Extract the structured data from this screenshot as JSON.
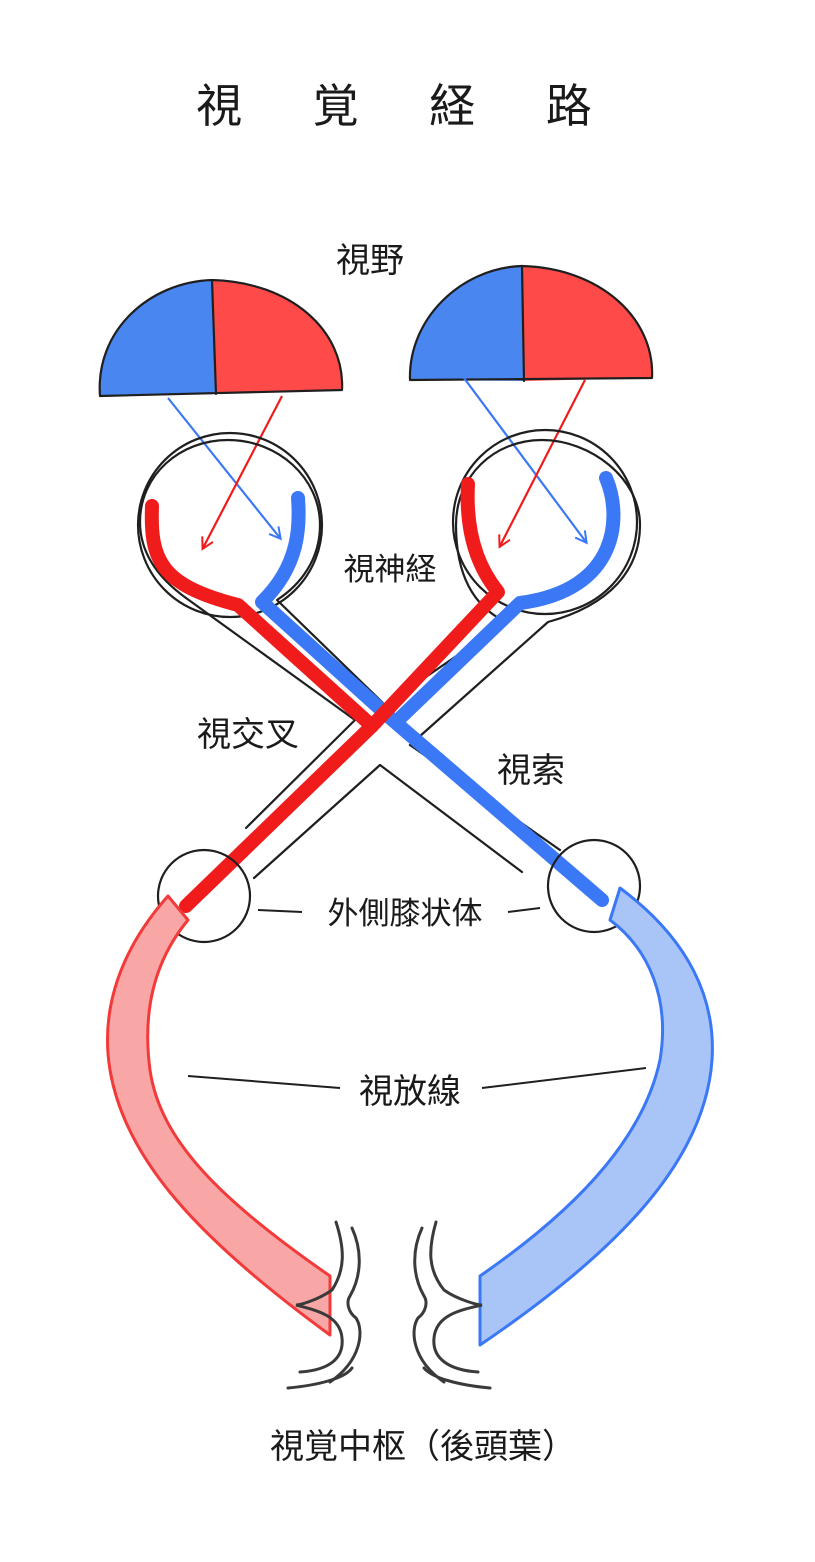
{
  "title": "視 覚 経 路",
  "labels": {
    "visual_field": "視野",
    "optic_nerve": "視神経",
    "optic_chiasm": "視交叉",
    "optic_tract": "視索",
    "lgn": "外側膝状体",
    "optic_radiation": "視放線",
    "visual_cortex": "視覚中枢（後頭葉）"
  },
  "colors": {
    "left_field": "#4a86f0",
    "right_field": "#ff4a4a",
    "blue_path": "#3b78f5",
    "red_path": "#f01c1c",
    "blue_radiation_fill": "#a9c4f7",
    "red_radiation_fill": "#f9a6a6"
  }
}
